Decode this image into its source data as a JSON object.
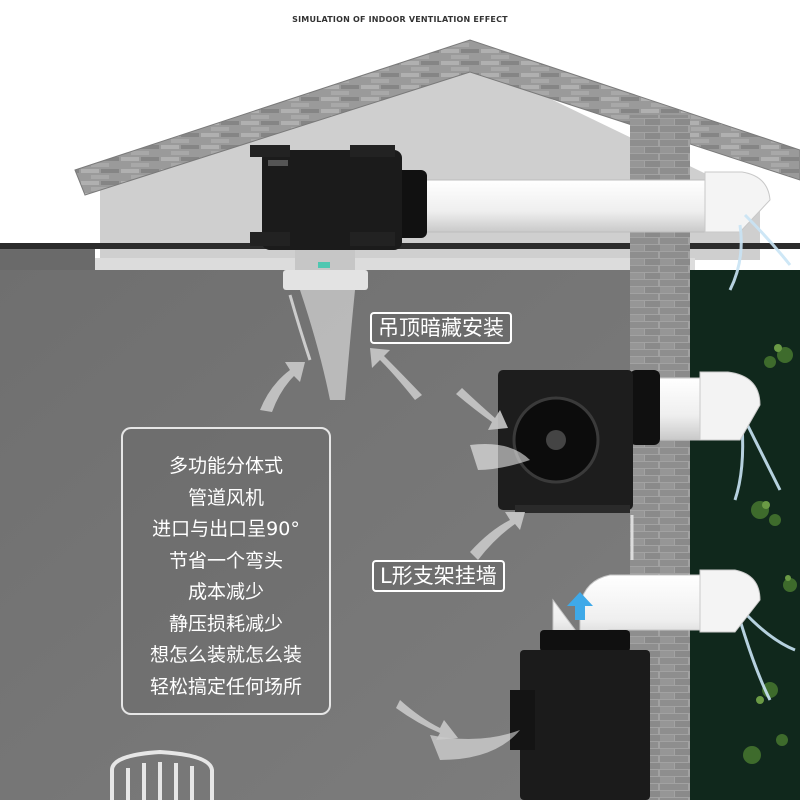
{
  "header": {
    "title": "SIMULATION OF INDOOR VENTILATION EFFECT"
  },
  "labels": {
    "ceiling_mount": "吊顶暗藏安装",
    "wall_mount": "L形支架挂墙"
  },
  "features": {
    "lines": [
      "多功能分体式",
      "管道风机",
      "进口与出口呈90°",
      "节省一个弯头",
      "成本减少",
      "静压损耗减少",
      "想怎么装就怎么装",
      "轻松搞定任何场所"
    ]
  },
  "colors": {
    "wall": "#767676",
    "roof": "#8a8a8a",
    "brick": "#9d9d9d",
    "outdoor": "#0f2a1d",
    "fan_body": "#1b1b1b",
    "duct": "#f2f2f2",
    "airflow_arrow": "#3fa9e8"
  }
}
